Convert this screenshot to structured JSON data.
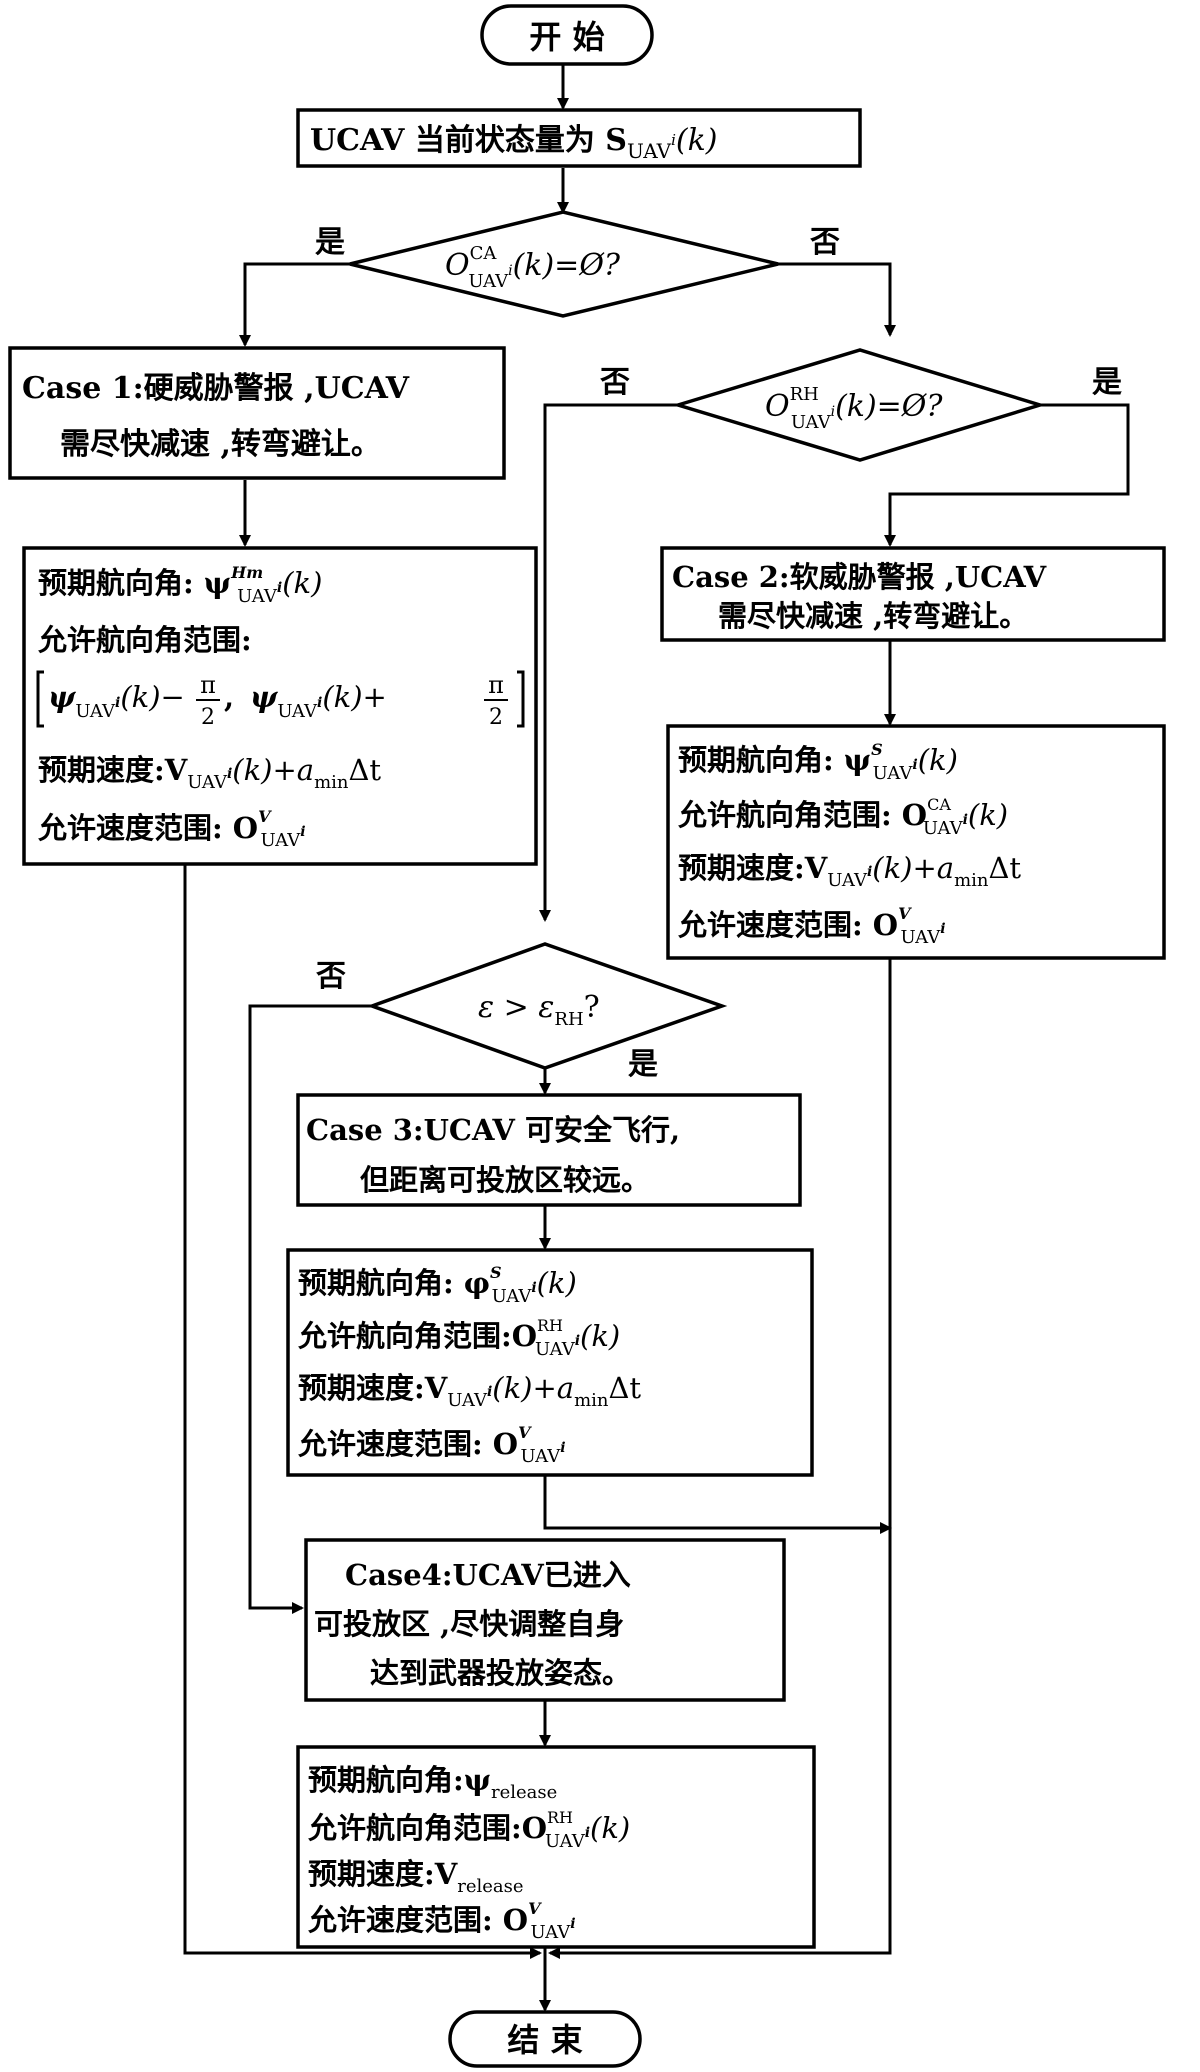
{
  "nodes": {
    "start": {
      "label": "开  始"
    },
    "state": {
      "label": "UCAV 当前状态量为 S",
      "sub": "UAV",
      "sup": "i",
      "arg": "(k)"
    },
    "d1": {
      "pre": "O",
      "sup": "CA",
      "sub": "UAV",
      "subsup": "i",
      "post": "(k)=Ø?"
    },
    "d1_yes": "是",
    "d1_no": "否",
    "case1": {
      "line1": "Case 1:硬威胁警报 ,UCAV",
      "line2": "需尽快减速 ,转弯避让。"
    },
    "box1": {
      "l1": "预期航向角: ψ",
      "l1_sup": "Hm",
      "l1_post": "(k)",
      "l2": "允许航向角范围:",
      "l3a": "ψ",
      "l3b": "(k)−",
      "l3c": "ψ",
      "l3d": "(k)+",
      "pi": "π",
      "two": "2",
      "l4a": "预期速度:V",
      "l4b": "(k)+a",
      "l4c": "min",
      "l4d": "Δt",
      "l5": "允许速度范围: O",
      "l5_sup": "V"
    },
    "d2": {
      "pre": "O",
      "sup": "RH",
      "sub": "UAV",
      "subsup": "i",
      "post": "(k)=Ø?"
    },
    "d2_yes": "是",
    "d2_no": "否",
    "case2": {
      "line1": "Case 2:软威胁警报 ,UCAV",
      "line2": "需尽快减速 ,转弯避让。"
    },
    "box2": {
      "l1": "预期航向角: ψ",
      "l1_sup": "S",
      "l1_post": "(k)",
      "l2": "允许航向角范围: O",
      "l2_sup": "CA",
      "l2_post": "(k)",
      "l3a": "预期速度:V",
      "l3b": "(k)+a",
      "l3c": "min",
      "l3d": "Δt",
      "l4": "允许速度范围: O",
      "l4_sup": "V"
    },
    "d3": {
      "label": "ε > ε",
      "sub": "RH",
      "post": "?"
    },
    "d3_yes": "是",
    "d3_no": "否",
    "case3": {
      "line1": "Case 3:UCAV 可安全飞行,",
      "line2": "但距离可投放区较远。"
    },
    "box3": {
      "l1": "预期航向角: φ",
      "l1_sup": "S",
      "l1_post": "(k)",
      "l2": "允许航向角范围:O",
      "l2_sup": "RH",
      "l2_post": "(k)",
      "l3a": "预期速度:V",
      "l3b": "(k)+a",
      "l3c": "min",
      "l3d": "Δt",
      "l4": "允许速度范围: O",
      "l4_sup": "V"
    },
    "case4": {
      "line1": "Case4:UCAV已进入",
      "line2": "可投放区 ,尽快调整自身",
      "line3": "达到武器投放姿态。"
    },
    "box4": {
      "l1": "预期航向角:ψ",
      "l1_sub": "release",
      "l2": "允许航向角范围:O",
      "l2_sup": "RH",
      "l2_post": "(k)",
      "l3": "预期速度:V",
      "l3_sub": "release",
      "l4": "允许速度范围: O",
      "l4_sup": "V"
    },
    "end": {
      "label": "结  束"
    },
    "uav": "UAV",
    "i": "i"
  }
}
